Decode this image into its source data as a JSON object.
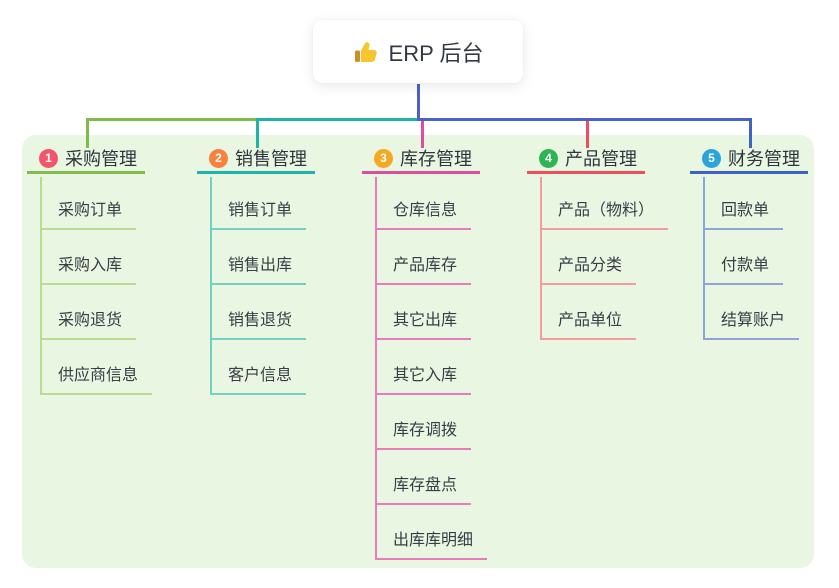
{
  "root": {
    "label": "ERP 后台",
    "icon": "thumbs-up"
  },
  "branches": [
    {
      "badge": "1",
      "label": "采购管理",
      "color": "#82ba4c",
      "light": "#b9dc92",
      "badge_color": "#f3566a",
      "children": [
        "采购订单",
        "采购入库",
        "采购退货",
        "供应商信息"
      ]
    },
    {
      "badge": "2",
      "label": "销售管理",
      "color": "#1cb3ab",
      "light": "#74cfc4",
      "badge_color": "#f8823c",
      "children": [
        "销售订单",
        "销售出库",
        "销售退货",
        "客户信息"
      ]
    },
    {
      "badge": "3",
      "label": "库存管理",
      "color": "#d94f9e",
      "light": "#e87cba",
      "badge_color": "#f7a823",
      "children": [
        "仓库信息",
        "产品库存",
        "其它出库",
        "其它入库",
        "库存调拨",
        "库存盘点",
        "出库库明细"
      ]
    },
    {
      "badge": "4",
      "label": "产品管理",
      "color": "#f04c5b",
      "light": "#f59aa1",
      "badge_color": "#2eb553",
      "children": [
        "产品（物料）",
        "产品分类",
        "产品单位"
      ]
    },
    {
      "badge": "5",
      "label": "财务管理",
      "color": "#3f62c5",
      "light": "#8da4da",
      "badge_color": "#2aa4dc",
      "children": [
        "回款单",
        "付款单",
        "结算账户"
      ]
    }
  ],
  "colors": {
    "background": "#ffffff",
    "panel": "#e8f6e2",
    "connector_blue": "#4a61c6",
    "header_text": "#2f353d",
    "child_text": "#383e46"
  }
}
